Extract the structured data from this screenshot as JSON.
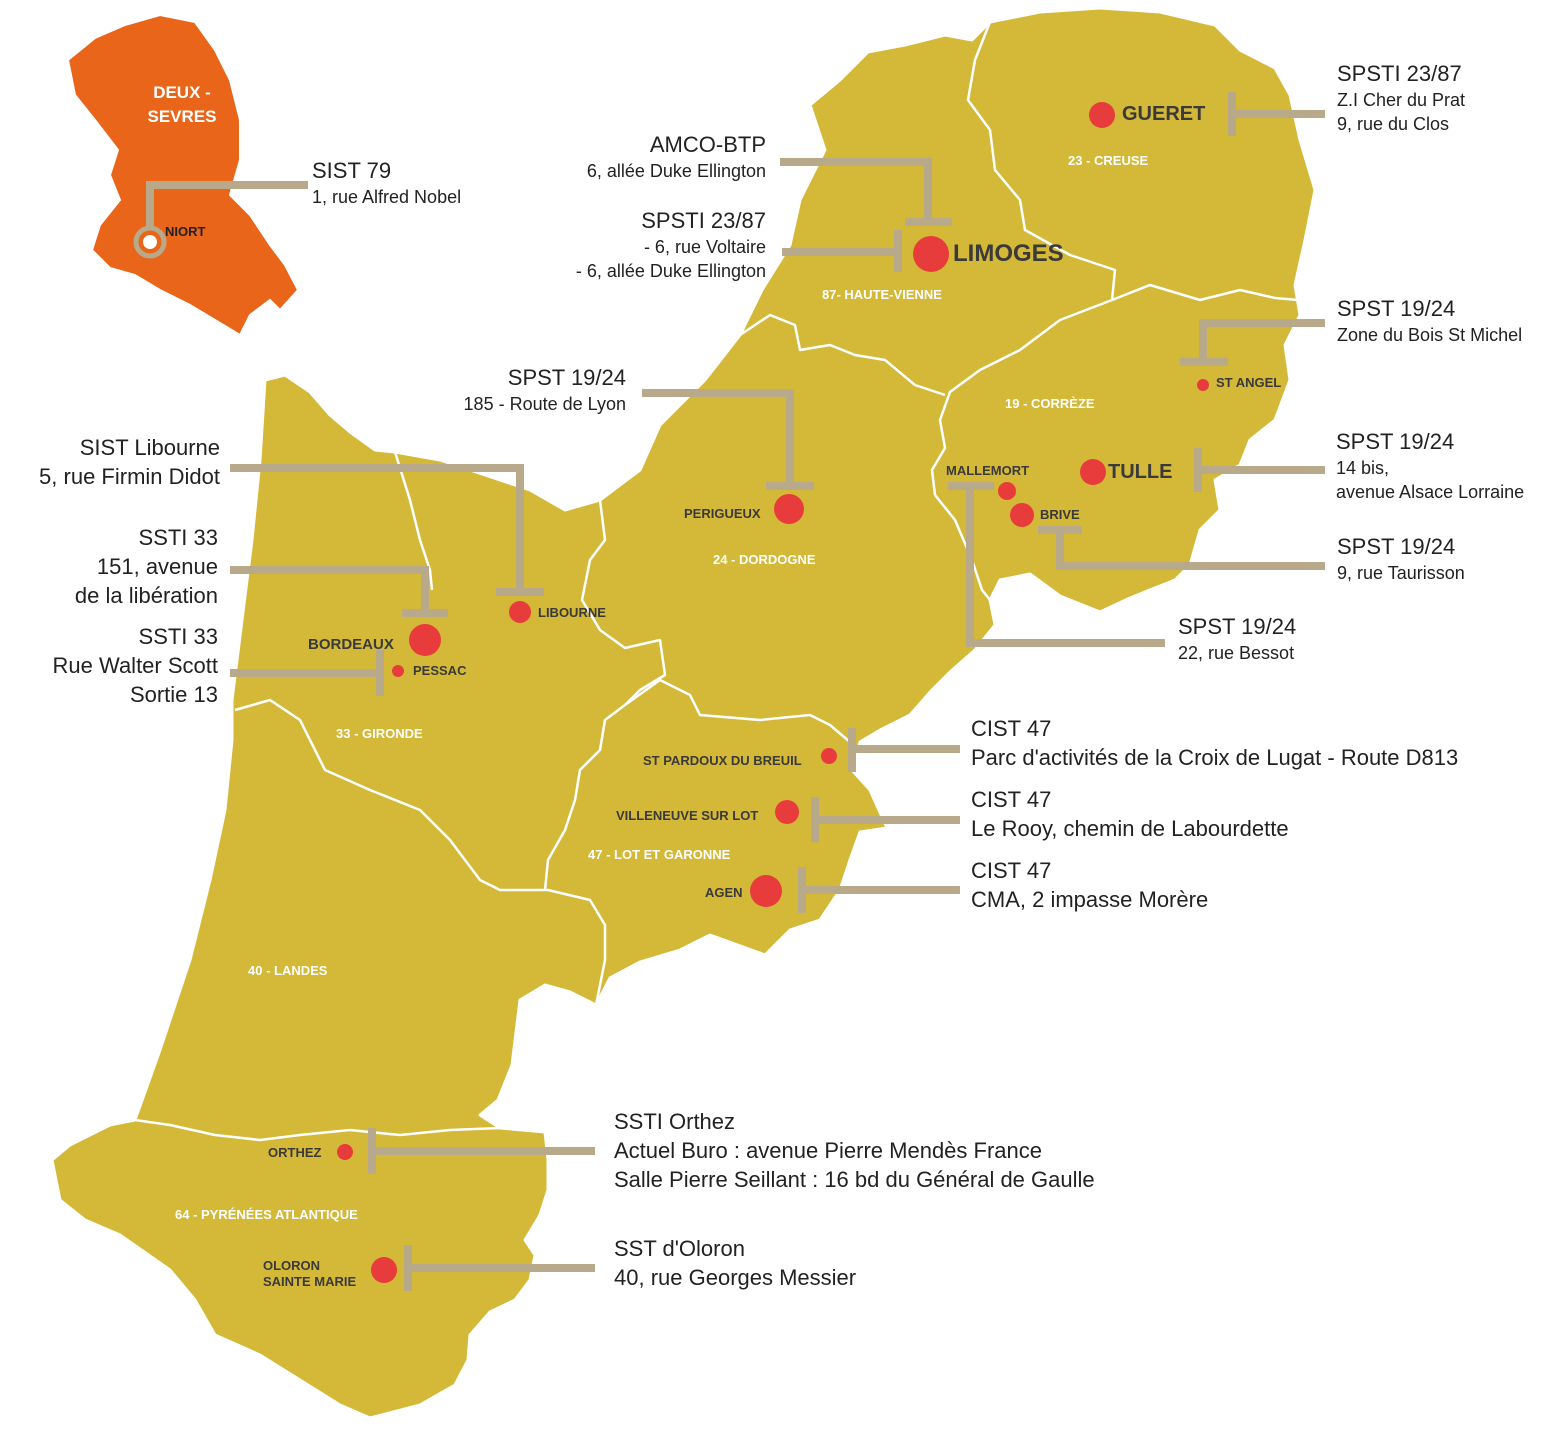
{
  "colors": {
    "region": "#d4b837",
    "inset": "#e8651a",
    "marker": "#e83c3c",
    "leader": "#b8a98a",
    "border": "#ffffff"
  },
  "inset": {
    "department": [
      "DEUX -",
      "SEVRES"
    ],
    "city": "NIORT"
  },
  "departments": {
    "creuse": "23 - CREUSE",
    "haute_vienne": "87- HAUTE-VIENNE",
    "correze": "19 - CORRÈZE",
    "dordogne": "24 -  DORDOGNE",
    "gironde": "33 - GIRONDE",
    "lot_et_garonne": "47 - LOT ET GARONNE",
    "landes": "40 - LANDES",
    "pyrenees": "64 - PYRÉNÉES ATLANTIQUE"
  },
  "cities": {
    "gueret": "GUERET",
    "limoges": "LIMOGES",
    "st_angel": "ST ANGEL",
    "tulle": "TULLE",
    "mallemort": "MALLEMORT",
    "brive": "BRIVE",
    "perigueux": "PERIGUEUX",
    "libourne": "LIBOURNE",
    "bordeaux": "BORDEAUX",
    "pessac": "PESSAC",
    "st_pardoux": "ST PARDOUX DU BREUIL",
    "villeneuve": "VILLENEUVE SUR LOT",
    "agen": "AGEN",
    "orthez": "ORTHEZ",
    "oloron": [
      "OLORON",
      "SAINTE MARIE"
    ]
  },
  "services": {
    "sist79": {
      "name": "SIST 79",
      "address": [
        "1, rue Alfred Nobel"
      ]
    },
    "amco": {
      "name": "AMCO-BTP",
      "address": [
        "6, allée Duke Ellington"
      ]
    },
    "spsti_limoges": {
      "name": "SPSTI 23/87",
      "address": [
        "- 6, rue Voltaire",
        "- 6, allée Duke Ellington"
      ]
    },
    "spsti_gueret": {
      "name": "SPSTI 23/87",
      "address": [
        "Z.I Cher du Prat",
        "9, rue du Clos"
      ]
    },
    "spst_perigueux": {
      "name": "SPST 19/24",
      "address": [
        "185 - Route de Lyon"
      ]
    },
    "spst_st_angel": {
      "name": "SPST 19/24",
      "address": [
        "Zone du Bois St Michel"
      ]
    },
    "spst_tulle": {
      "name": "SPST 19/24",
      "address": [
        "14 bis,",
        "avenue Alsace Lorraine"
      ]
    },
    "spst_brive": {
      "name": "SPST 19/24",
      "address": [
        "9, rue Taurisson"
      ]
    },
    "spst_mallemort": {
      "name": "SPST 19/24",
      "address": [
        "22, rue Bessot"
      ]
    },
    "sist_libourne": {
      "lines": [
        "SIST Libourne",
        "5, rue Firmin Didot"
      ]
    },
    "ssti33_bordeaux": {
      "lines": [
        "SSTI 33",
        "151, avenue",
        "de la libération"
      ]
    },
    "ssti33_pessac": {
      "lines": [
        "SSTI 33",
        "Rue Walter Scott",
        "Sortie 13"
      ]
    },
    "cist_stpardoux": {
      "lines": [
        "CIST 47",
        "Parc d'activités de la Croix de Lugat - Route D813"
      ]
    },
    "cist_villeneuve": {
      "lines": [
        "CIST 47",
        "Le Rooy, chemin de Labourdette"
      ]
    },
    "cist_agen": {
      "lines": [
        "CIST 47",
        "CMA, 2 impasse Morère"
      ]
    },
    "ssti_orthez": {
      "lines": [
        "SSTI Orthez",
        "Actuel Buro : avenue Pierre Mendès France",
        "Salle Pierre Seillant : 16 bd du Général de Gaulle"
      ]
    },
    "sst_oloron": {
      "lines": [
        "SST d'Oloron",
        "40, rue Georges Messier"
      ]
    }
  }
}
